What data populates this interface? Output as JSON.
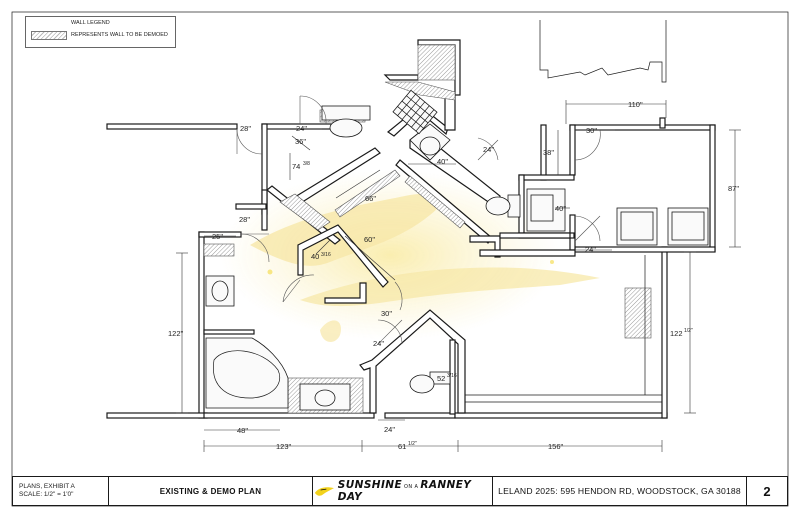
{
  "legend": {
    "title": "WALL LEGEND",
    "entry": "REPRESENTS WALL TO BE DEMOED"
  },
  "title_block": {
    "plan_line1": "PLANS, EXHIBIT A",
    "plan_line2": "SCALE: 1/2\" = 1'0\"",
    "sheet_title": "EXISTING & DEMO PLAN",
    "logo_word1": "SUNSHINE",
    "logo_or": "ON A",
    "logo_word2": "RANNEY DAY",
    "address": "LELAND 2025: 595 HENDON RD, WOODSTOCK, GA 30188",
    "sheet_number": "2"
  },
  "dimensions": {
    "d110": "110\"",
    "d30_top": "30\"",
    "d87": "87\"",
    "d38": "38\"",
    "d40_right": "40\"",
    "d24_right": "24\"",
    "d24_closet": "24\"",
    "d40_vanity": "40\"",
    "d28_top": "28\"",
    "d24_top": "24\"",
    "d36": "36\"",
    "d74": "74",
    "d74_frac": "3/8",
    "d66": "66\"",
    "d60": "60\"",
    "d40_diag": "40",
    "d40_frac": "3/16",
    "d28_left": "28\"",
    "d25": "25\"",
    "d122_left": "122\"",
    "d30_mid": "30\"",
    "d24_mid": "24\"",
    "d52": "52",
    "d52_frac": "3/16",
    "d122_right": "122",
    "d122_right_frac": "1/2\"",
    "d48": "48\"",
    "d24_bottom": "24\"",
    "d123": "123\"",
    "d61": "61",
    "d61_frac": "1/2\"",
    "d156": "156\""
  },
  "colors": {
    "logo_sun": "#f2d21c",
    "watermark": "#f7e8a0"
  }
}
